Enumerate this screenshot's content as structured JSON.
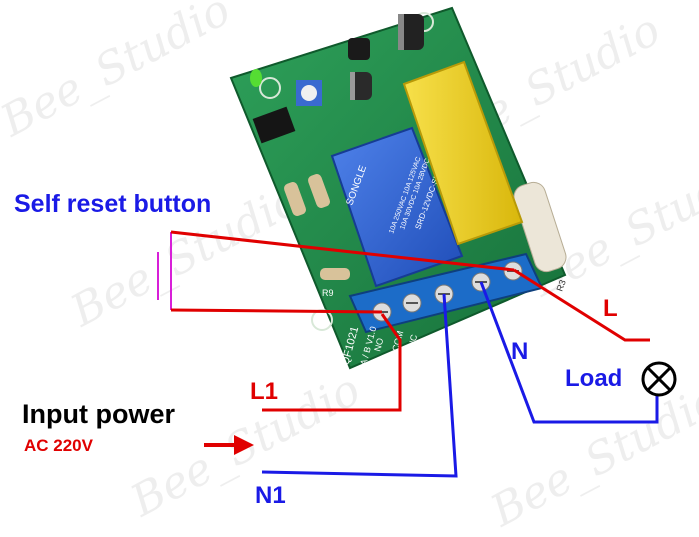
{
  "labels": {
    "self_reset_button": "Self reset button",
    "input_power": "Input power",
    "ac_voltage": "AC 220V",
    "l1": "L1",
    "n1": "N1",
    "n": "N",
    "l": "L",
    "load": "Load"
  },
  "board": {
    "relay_text": "SONGLE",
    "relay_model": "SRD-12VDC-SL-C",
    "relay_rating_1": "10A 250VAC 10A 125VAC",
    "relay_rating_2": "10A 30VDC 10A 28VDC",
    "model_text": "QF1021",
    "version_text": "A / B V1.0",
    "terminal_labels": [
      "NO",
      "COM",
      "NC",
      "N",
      "L"
    ],
    "r3": "R3",
    "r9": "R9"
  },
  "watermark": "Bee_Studio",
  "colors": {
    "live_wire": "#e00000",
    "neutral_wire": "#1a1ae6",
    "board": "#1f8a4a",
    "relay": "#2d5fd6",
    "capacitor": "#f2d21a",
    "terminal": "#1c6cc8"
  }
}
